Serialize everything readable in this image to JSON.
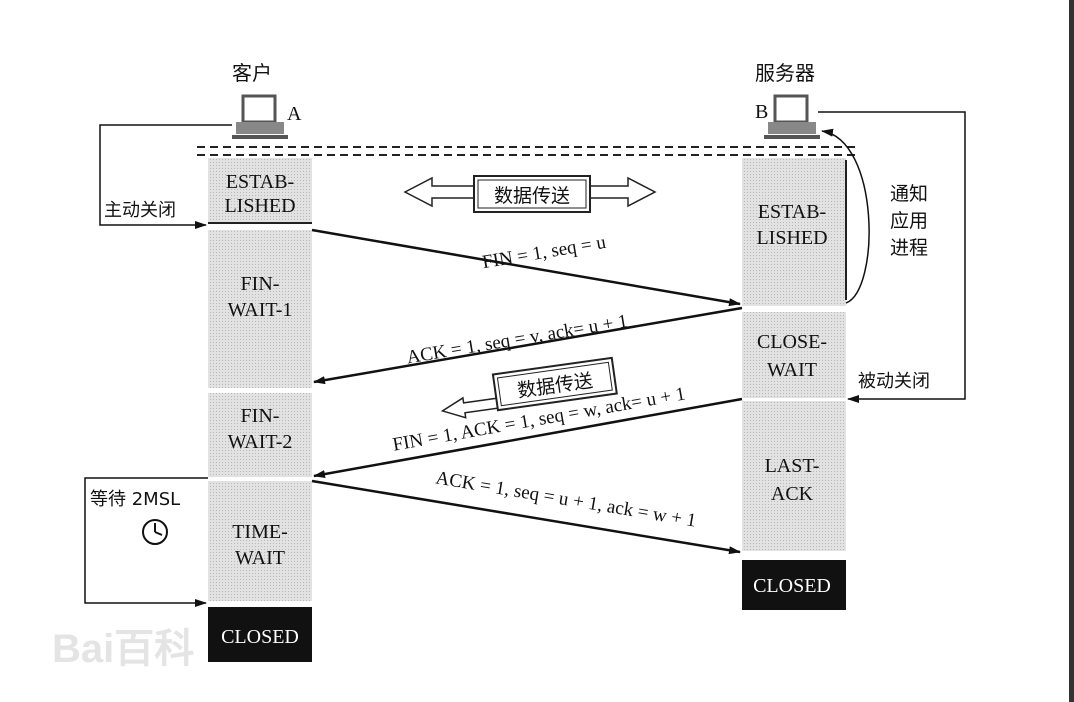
{
  "client": {
    "title": "客户",
    "host_label": "A",
    "active_close": "主动关闭",
    "wait_label": "等待 2MSL",
    "states": [
      {
        "l1": "ESTAB-",
        "l2": "LISHED"
      },
      {
        "l1": "FIN-",
        "l2": "WAIT-1"
      },
      {
        "l1": "FIN-",
        "l2": "WAIT-2"
      },
      {
        "l1": "TIME-",
        "l2": "WAIT"
      }
    ],
    "closed": "CLOSED"
  },
  "server": {
    "title": "服务器",
    "host_label": "B",
    "passive_close": "被动关闭",
    "notify_l1": "通知",
    "notify_l2": "应用",
    "notify_l3": "进程",
    "states": [
      {
        "l1": "ESTAB-",
        "l2": "LISHED"
      },
      {
        "l1": "CLOSE-",
        "l2": "WAIT"
      },
      {
        "l1": "LAST-",
        "l2": "ACK"
      }
    ],
    "closed": "CLOSED"
  },
  "data_transfer": "数据传送",
  "data_transfer_2": "数据传送",
  "messages": [
    "FIN = 1, seq = u",
    "ACK = 1, seq = v, ack= u + 1",
    "FIN = 1, ACK = 1, seq = w, ack= u + 1",
    "ACK = 1, seq = u + 1, ack = w + 1"
  ],
  "watermark": "Bai百科"
}
